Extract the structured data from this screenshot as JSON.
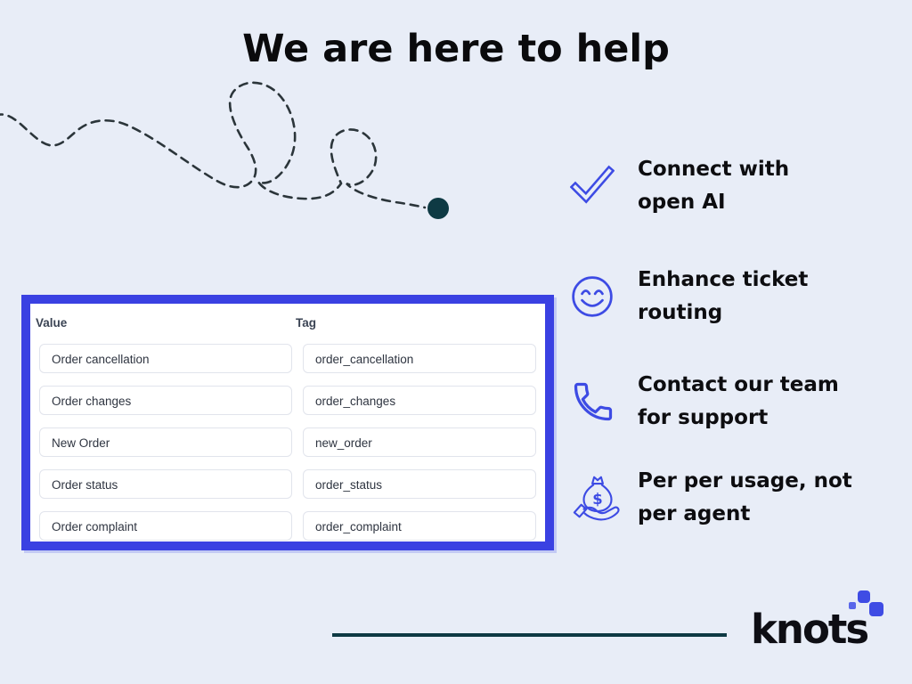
{
  "page": {
    "title": "We are here to help"
  },
  "colors": {
    "background": "#e8edf7",
    "accent_blue": "#3d4be4",
    "table_border_blue": "#3a41e2",
    "dark_teal": "#0e3a44",
    "heading_text": "#0a0a0c"
  },
  "table": {
    "columns": [
      "Value",
      "Tag"
    ],
    "rows": [
      {
        "value": "Order cancellation",
        "tag": "order_cancellation"
      },
      {
        "value": "Order changes",
        "tag": "order_changes"
      },
      {
        "value": "New Order",
        "tag": "new_order"
      },
      {
        "value": "Order status",
        "tag": "order_status"
      },
      {
        "value": "Order complaint",
        "tag": "order_complaint"
      }
    ]
  },
  "features": [
    {
      "icon": "check-icon",
      "lines": [
        "Connect with",
        "open AI"
      ]
    },
    {
      "icon": "smiley-icon",
      "lines": [
        "Enhance ticket",
        "routing"
      ]
    },
    {
      "icon": "phone-icon",
      "lines": [
        "Contact our team",
        "for support"
      ]
    },
    {
      "icon": "money-bag-icon",
      "lines": [
        "Per per usage, not",
        "per agent"
      ]
    }
  ],
  "logo": {
    "text": "knots"
  }
}
